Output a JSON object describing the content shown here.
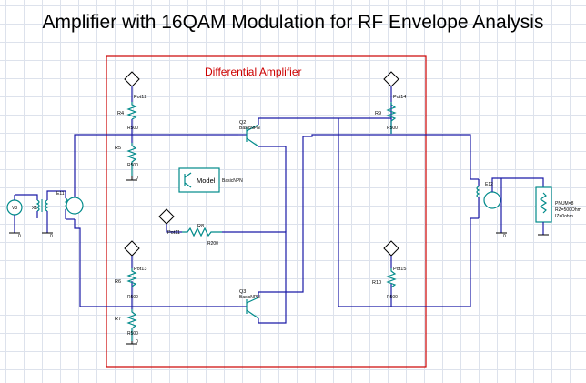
{
  "title": "Amplifier with 16QAM Modulation for RF Envelope Analysis",
  "group_label": "Differential Amplifier",
  "colors": {
    "wire": "#1a1aa6",
    "component": "#008a8a",
    "group_border": "#cc0000",
    "grid": "#dde2ec"
  },
  "labels": {
    "pot12": "Pot12",
    "pot14": "Pot14",
    "pot13": "Pot13",
    "pot15": "Pot15",
    "pot11": "Pot11",
    "r4": "R4",
    "r4v": "R500",
    "r5": "R5",
    "r5v": "R500",
    "r6": "R6",
    "r6v": "R500",
    "r7": "R7",
    "r7v": "R500",
    "r9": "R9",
    "r9v": "R500",
    "r10": "R10",
    "r10v": "R500",
    "r8": "R8",
    "r8v": "R200",
    "q2": "Q2",
    "q2m": "BasicNPN",
    "q3": "Q3",
    "q3m": "BasicNPN",
    "model_box": "Model",
    "model_name": "BasicNPN",
    "v3": "V3",
    "x1": "X1",
    "e11": "E11",
    "e12": "E12",
    "term1": "PNUM=8",
    "term2": "RZ=500Ohm",
    "term3": "IZ=0ohm",
    "gnd0": "0"
  }
}
